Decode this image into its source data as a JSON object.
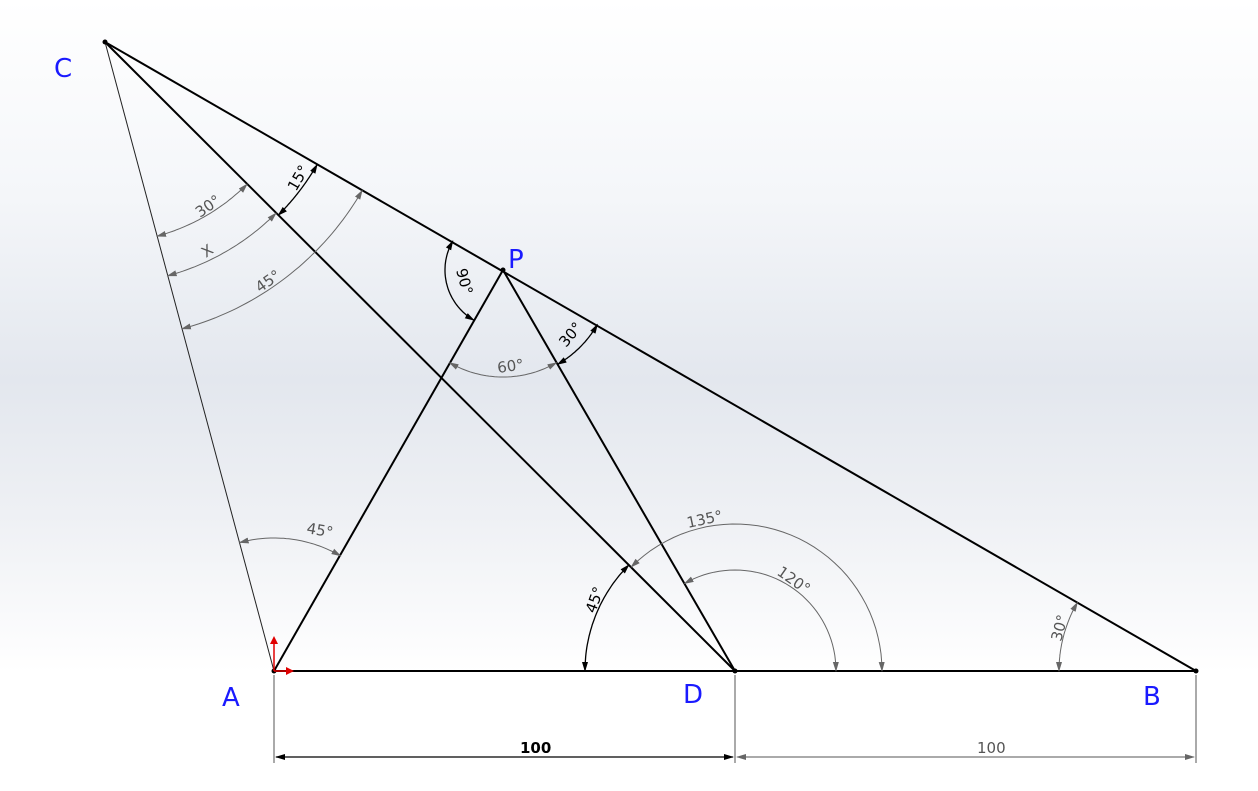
{
  "points": {
    "C": "C",
    "P": "P",
    "A": "A",
    "D": "D",
    "B": "B"
  },
  "angles": {
    "c_15": "15°",
    "c_30": "30°",
    "c_x": "X",
    "c_45": "45°",
    "p_90": "90°",
    "p_30": "30°",
    "p_60": "60°",
    "a_45": "45°",
    "d_135": "135°",
    "d_120": "120°",
    "d_45": "45°",
    "b_30": "30°"
  },
  "dimensions": {
    "ad": "100",
    "db": "100"
  },
  "colors": {
    "point_label": "#1a1aff",
    "driven_dim": "#555555",
    "driving_dim": "#000000",
    "origin": "#e00000"
  }
}
